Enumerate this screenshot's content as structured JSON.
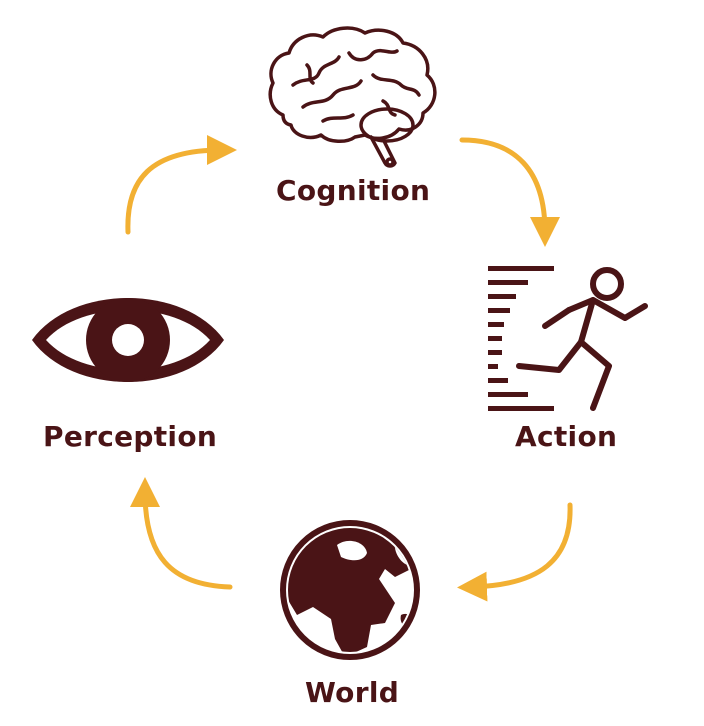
{
  "nodes": {
    "cognition": {
      "label": "Cognition",
      "icon": "brain-icon"
    },
    "action": {
      "label": "Action",
      "icon": "running-person-icon"
    },
    "world": {
      "label": "World",
      "icon": "globe-icon"
    },
    "perception": {
      "label": "Perception",
      "icon": "eye-icon"
    }
  },
  "colors": {
    "icon": "#4a1416",
    "label": "#4a1416",
    "arrow": "#f2b033",
    "background": "#ffffff"
  }
}
